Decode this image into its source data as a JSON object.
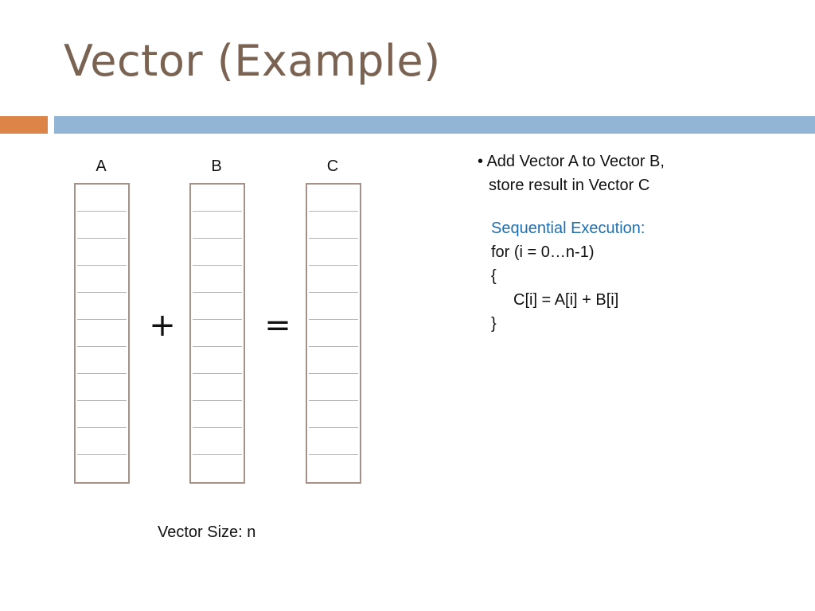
{
  "slide": {
    "title": "Vector (Example)"
  },
  "vectors": [
    {
      "label": "A"
    },
    {
      "label": "B"
    },
    {
      "label": "C"
    }
  ],
  "operators": {
    "plus": "+",
    "equals": "="
  },
  "vector_size_label": "Vector Size: n",
  "bullet": {
    "line1": "• Add Vector A to Vector B,",
    "line2": "store result in Vector C"
  },
  "code": {
    "heading": "Sequential Execution:",
    "line1": "for (i = 0…n-1)",
    "line2": "{",
    "line3": "C[i]  =  A[i] +  B[i]",
    "line4": "}"
  },
  "colors": {
    "title": "#7a6352",
    "accent_orange": "#dd8548",
    "accent_blue": "#92b5d5",
    "code_heading": "#1f6fb2"
  }
}
